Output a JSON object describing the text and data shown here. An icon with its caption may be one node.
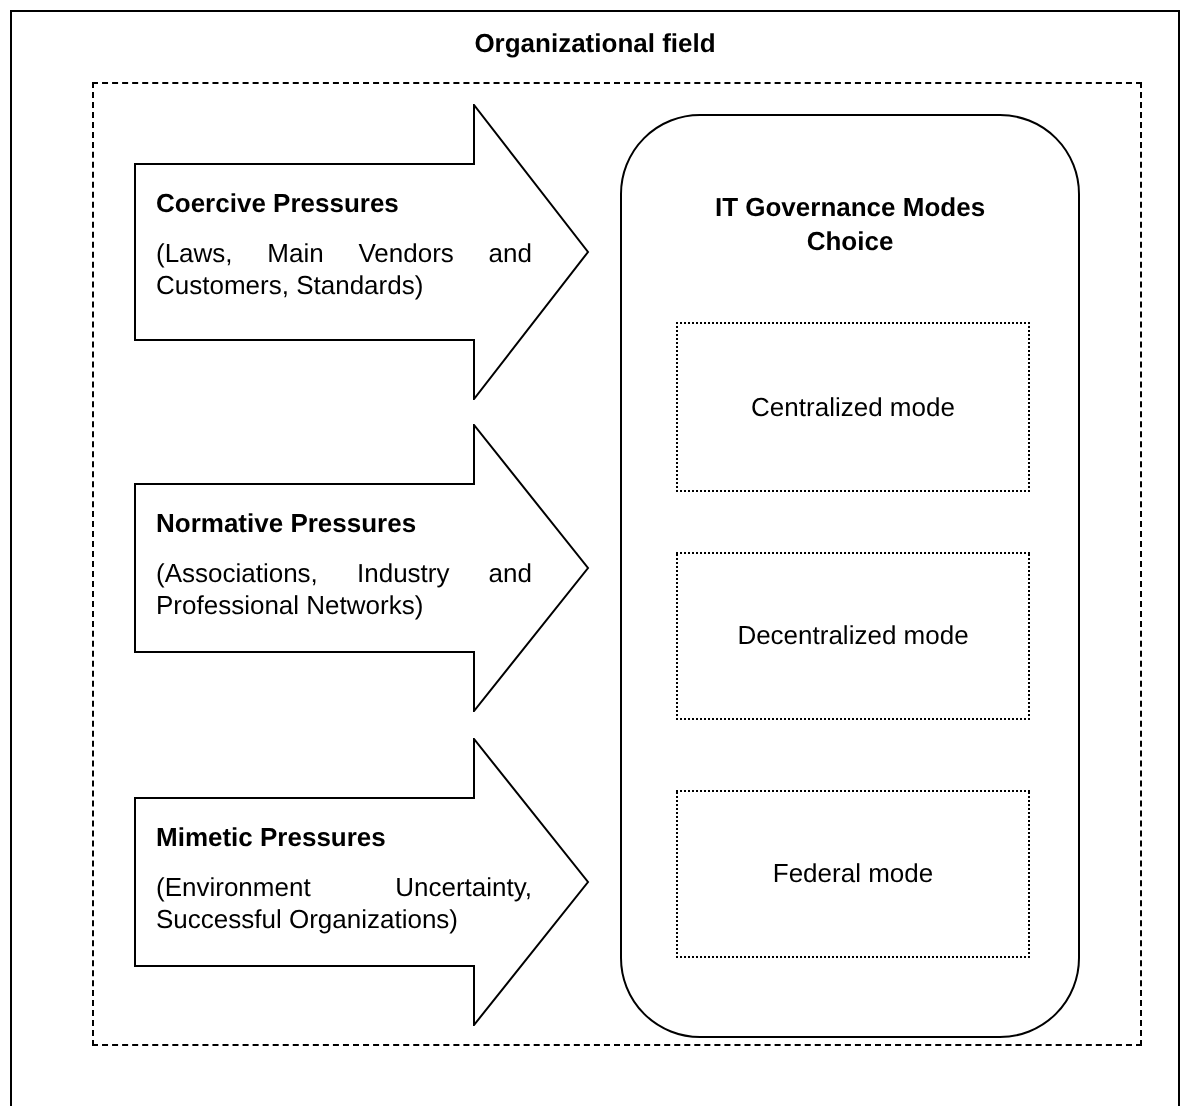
{
  "diagram": {
    "nodes": [
      {
        "text": [
          "Organizational field"
        ]
      },
      {
        "text": [],
        "shape": "box",
        "in": 0
      },
      {
        "text": [
          "Coercive Pressures",
          "(Laws, Main Vendors and Customers, Standards)"
        ],
        "in": 1
      },
      {
        "text": [
          "Normative Pressures",
          "(Associations, Industry and Professional Networks)"
        ],
        "in": 1
      },
      {
        "text": [
          "Mimetic Pressures",
          "(Environment Uncertainty, Successful Organizations)"
        ],
        "in": 1
      },
      {
        "text": [
          "IT Governance Modes Choice"
        ],
        "in": 1
      },
      {
        "text": [
          "Centralized mode"
        ],
        "in": 5
      },
      {
        "text": [
          "Decentralized mode"
        ],
        "in": 5
      },
      {
        "text": [
          "Federal mode"
        ],
        "in": 5
      }
    ]
  }
}
